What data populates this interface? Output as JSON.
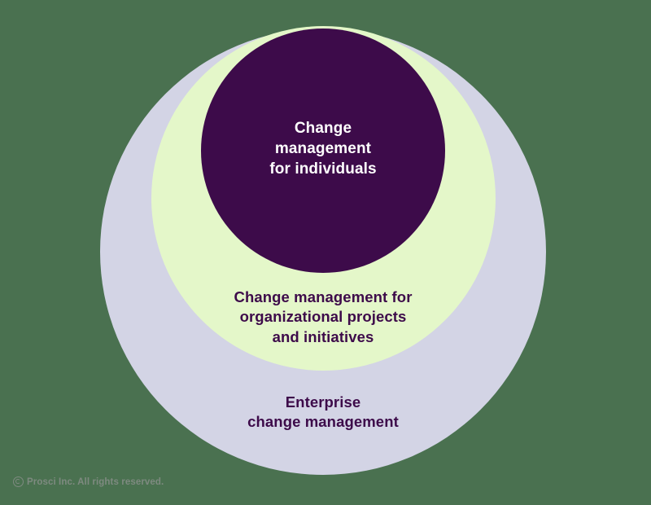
{
  "diagram": {
    "type": "nested-circles",
    "background_color": "#4a7150",
    "circles": [
      {
        "id": "outer",
        "label": "Enterprise\nchange management",
        "fill": "#d3d4e5",
        "text_color": "#3d0b4a"
      },
      {
        "id": "middle",
        "label": "Change management for\norganizational projects\nand initiatives",
        "fill": "#e4f7c9",
        "text_color": "#3d0b4a"
      },
      {
        "id": "inner",
        "label": "Change\nmanagement\nfor individuals",
        "fill": "#3d0b4a",
        "text_color": "#ffffff"
      }
    ]
  },
  "footer": {
    "icon": "copyright-icon",
    "text": "Prosci Inc. All rights reserved."
  }
}
